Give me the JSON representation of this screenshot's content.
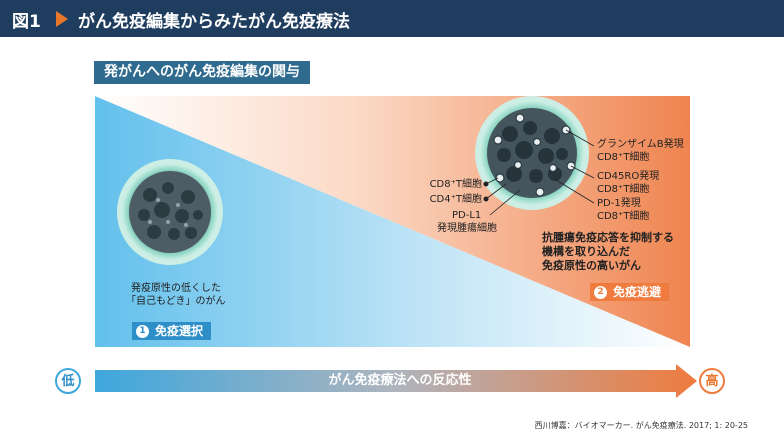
{
  "header": {
    "figure_label": "図1",
    "title": "がん免疫編集からみたがん免疫療法"
  },
  "subtitle": "発がんへのがん免疫編集の関与",
  "left_cell": {
    "caption_line1": "発疫原性の低くした",
    "caption_line2": "「自己もどき」のがん",
    "badge_number": "1",
    "badge_label": "免疫選択"
  },
  "right_cell": {
    "labels_right": {
      "granzyme_line1": "グランザイムB発現",
      "granzyme_line2": "CD8⁺T細胞",
      "cd45ro_line1": "CD45RO発現",
      "cd45ro_line2": "CD8⁺T細胞",
      "pd1_line1": "PD-1発現",
      "pd1_line2": "CD8⁺T細胞"
    },
    "labels_left": {
      "cd8": "CD8⁺T細胞",
      "cd4": "CD4⁺T細胞",
      "pdl1_line1": "PD-L1",
      "pdl1_line2": "発現腫瘍細胞"
    },
    "caption_line1": "抗腫瘍免疫応答を抑制する",
    "caption_line2": "機構を取り込んだ",
    "caption_line3": "免疫原性の高いがん",
    "badge_number": "2",
    "badge_label": "免疫逃避"
  },
  "axis": {
    "low_label": "低",
    "high_label": "高",
    "label": "がん免疫療法への反応性"
  },
  "credit": "西川博嘉：バイオマーカー. がん免疫療法. 2017; 1: 20-25",
  "colors": {
    "header_bg": "#1f3d5e",
    "subtitle_bg": "#2f6a8f",
    "blue_accent": "#2e8fc8",
    "orange_accent": "#ef7b3e"
  }
}
